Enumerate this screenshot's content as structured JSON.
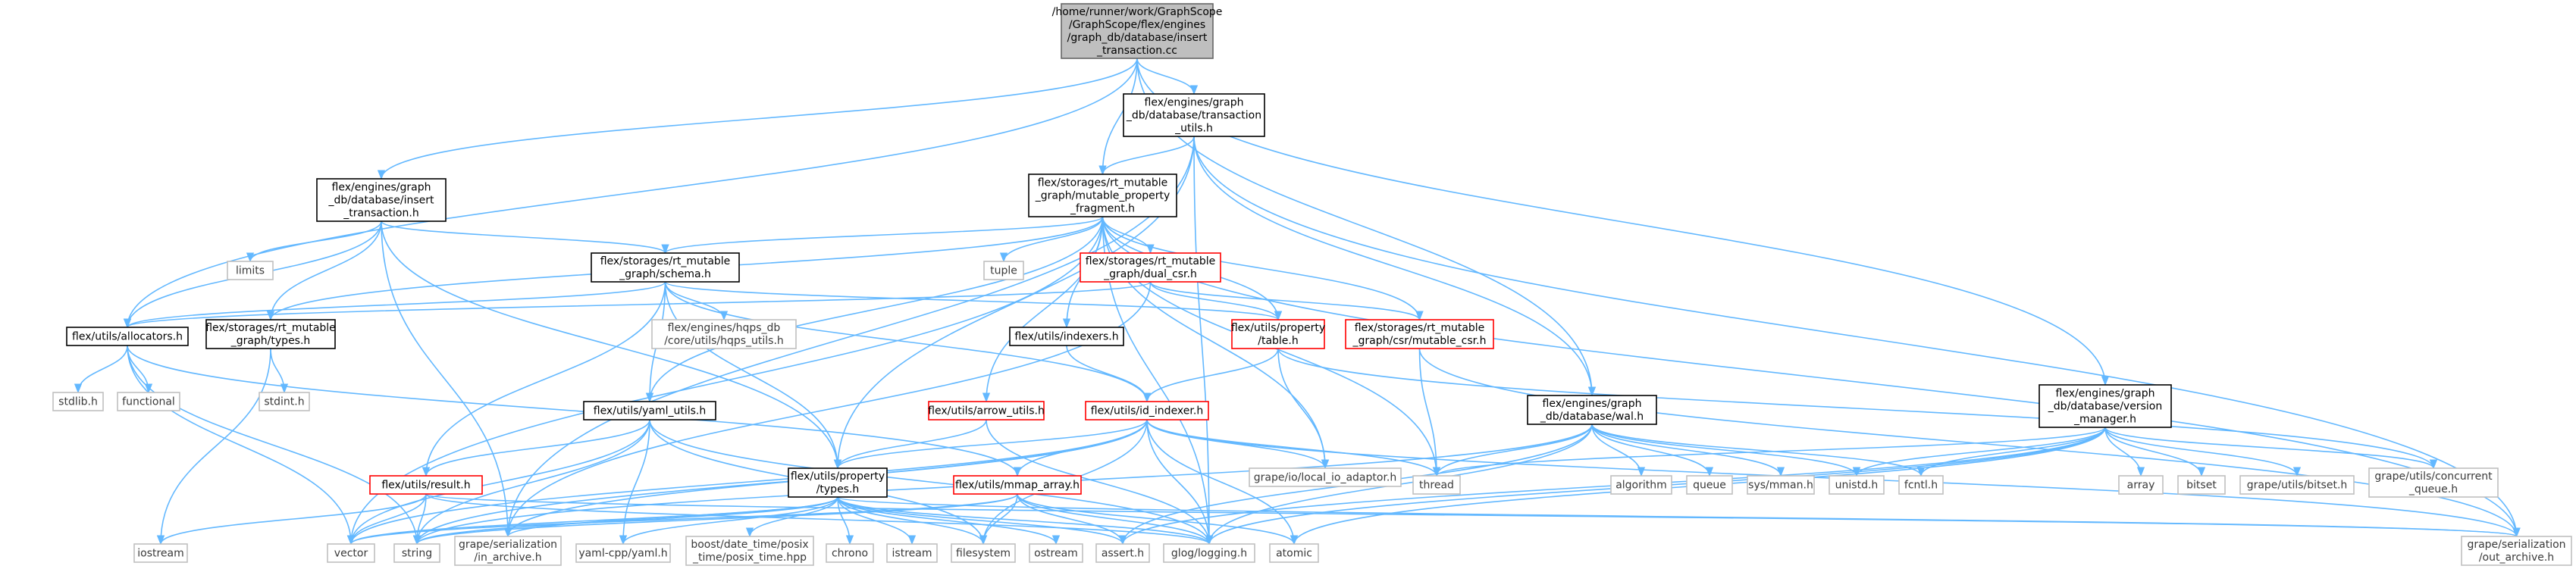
{
  "graph": {
    "colors": {
      "edge": "#63b8ff",
      "root_fill": "#bfbfbf",
      "normal": "#000000",
      "missing": "#ff0000",
      "system": "#bfbfbf"
    },
    "nodes": [
      {
        "id": "root",
        "style": "root",
        "lines": [
          "/home/runner/work/GraphScope",
          "/GraphScope/flex/engines",
          "/graph_db/database/insert",
          "_transaction.cc"
        ]
      },
      {
        "id": "tx_utils",
        "style": "black",
        "lines": [
          "flex/engines/graph",
          "_db/database/transaction",
          "_utils.h"
        ]
      },
      {
        "id": "mpf",
        "style": "black",
        "lines": [
          "flex/storages/rt_mutable",
          "_graph/mutable_property",
          "_fragment.h"
        ]
      },
      {
        "id": "ins_tx",
        "style": "black",
        "lines": [
          "flex/engines/graph",
          "_db/database/insert",
          "_transaction.h"
        ]
      },
      {
        "id": "schema",
        "style": "black",
        "lines": [
          "flex/storages/rt_mutable",
          "_graph/schema.h"
        ]
      },
      {
        "id": "dual_csr",
        "style": "red",
        "lines": [
          "flex/storages/rt_mutable",
          "_graph/dual_csr.h"
        ]
      },
      {
        "id": "limits",
        "style": "gray",
        "lines": [
          "limits"
        ]
      },
      {
        "id": "tuple",
        "style": "gray",
        "lines": [
          "tuple"
        ]
      },
      {
        "id": "allocators",
        "style": "black",
        "lines": [
          "flex/utils/allocators.h"
        ]
      },
      {
        "id": "types_rt",
        "style": "black",
        "lines": [
          "flex/storages/rt_mutable",
          "_graph/types.h"
        ]
      },
      {
        "id": "hqps",
        "style": "gray",
        "lines": [
          "flex/engines/hqps_db",
          "/core/utils/hqps_utils.h"
        ]
      },
      {
        "id": "indexers",
        "style": "black",
        "lines": [
          "flex/utils/indexers.h"
        ]
      },
      {
        "id": "prop_table",
        "style": "red",
        "lines": [
          "flex/utils/property",
          "/table.h"
        ]
      },
      {
        "id": "mutable_csr",
        "style": "red",
        "lines": [
          "flex/storages/rt_mutable",
          "_graph/csr/mutable_csr.h"
        ]
      },
      {
        "id": "stdlib",
        "style": "gray",
        "lines": [
          "stdlib.h"
        ]
      },
      {
        "id": "functional",
        "style": "gray",
        "lines": [
          "functional"
        ]
      },
      {
        "id": "stdint",
        "style": "gray",
        "lines": [
          "stdint.h"
        ]
      },
      {
        "id": "yaml_utils",
        "style": "black",
        "lines": [
          "flex/utils/yaml_utils.h"
        ]
      },
      {
        "id": "arrow_utils",
        "style": "red",
        "lines": [
          "flex/utils/arrow_utils.h"
        ]
      },
      {
        "id": "id_indexer",
        "style": "red",
        "lines": [
          "flex/utils/id_indexer.h"
        ]
      },
      {
        "id": "wal",
        "style": "black",
        "lines": [
          "flex/engines/graph",
          "_db/database/wal.h"
        ]
      },
      {
        "id": "version_mgr",
        "style": "black",
        "lines": [
          "flex/engines/graph",
          "_db/database/version",
          "_manager.h"
        ]
      },
      {
        "id": "result",
        "style": "red",
        "lines": [
          "flex/utils/result.h"
        ]
      },
      {
        "id": "prop_types",
        "style": "black",
        "lines": [
          "flex/utils/property",
          "/types.h"
        ]
      },
      {
        "id": "mmap_array",
        "style": "red",
        "lines": [
          "flex/utils/mmap_array.h"
        ]
      },
      {
        "id": "local_io",
        "style": "gray",
        "lines": [
          "grape/io/local_io_adaptor.h"
        ]
      },
      {
        "id": "thread",
        "style": "gray",
        "lines": [
          "thread"
        ]
      },
      {
        "id": "algorithm",
        "style": "gray",
        "lines": [
          "algorithm"
        ]
      },
      {
        "id": "queue",
        "style": "gray",
        "lines": [
          "queue"
        ]
      },
      {
        "id": "mman",
        "style": "gray",
        "lines": [
          "sys/mman.h"
        ]
      },
      {
        "id": "unistd",
        "style": "gray",
        "lines": [
          "unistd.h"
        ]
      },
      {
        "id": "fcntl",
        "style": "gray",
        "lines": [
          "fcntl.h"
        ]
      },
      {
        "id": "array",
        "style": "gray",
        "lines": [
          "array"
        ]
      },
      {
        "id": "bitset",
        "style": "gray",
        "lines": [
          "bitset"
        ]
      },
      {
        "id": "grape_bitset",
        "style": "gray",
        "lines": [
          "grape/utils/bitset.h"
        ]
      },
      {
        "id": "conc_queue",
        "style": "gray",
        "lines": [
          "grape/utils/concurrent",
          "_queue.h"
        ]
      },
      {
        "id": "iostream",
        "style": "gray",
        "lines": [
          "iostream"
        ]
      },
      {
        "id": "vector",
        "style": "gray",
        "lines": [
          "vector"
        ]
      },
      {
        "id": "string",
        "style": "gray",
        "lines": [
          "string"
        ]
      },
      {
        "id": "in_archive",
        "style": "gray",
        "lines": [
          "grape/serialization",
          "/in_archive.h"
        ]
      },
      {
        "id": "yaml_cpp",
        "style": "gray",
        "lines": [
          "yaml-cpp/yaml.h"
        ]
      },
      {
        "id": "posix_time",
        "style": "gray",
        "lines": [
          "boost/date_time/posix",
          "_time/posix_time.hpp"
        ]
      },
      {
        "id": "chrono",
        "style": "gray",
        "lines": [
          "chrono"
        ]
      },
      {
        "id": "istream",
        "style": "gray",
        "lines": [
          "istream"
        ]
      },
      {
        "id": "filesystem",
        "style": "gray",
        "lines": [
          "filesystem"
        ]
      },
      {
        "id": "ostream",
        "style": "gray",
        "lines": [
          "ostream"
        ]
      },
      {
        "id": "assert",
        "style": "gray",
        "lines": [
          "assert.h"
        ]
      },
      {
        "id": "glog",
        "style": "gray",
        "lines": [
          "glog/logging.h"
        ]
      },
      {
        "id": "atomic",
        "style": "gray",
        "lines": [
          "atomic"
        ]
      },
      {
        "id": "out_archive",
        "style": "gray",
        "lines": [
          "grape/serialization",
          "/out_archive.h"
        ]
      }
    ],
    "edges": [
      [
        "root",
        "tx_utils"
      ],
      [
        "root",
        "mpf"
      ],
      [
        "root",
        "ins_tx"
      ],
      [
        "root",
        "allocators"
      ],
      [
        "root",
        "wal"
      ],
      [
        "root",
        "version_mgr"
      ],
      [
        "tx_utils",
        "mpf"
      ],
      [
        "tx_utils",
        "wal"
      ],
      [
        "tx_utils",
        "prop_types"
      ],
      [
        "tx_utils",
        "glog"
      ],
      [
        "tx_utils",
        "out_archive"
      ],
      [
        "tx_utils",
        "in_archive"
      ],
      [
        "ins_tx",
        "schema"
      ],
      [
        "ins_tx",
        "allocators"
      ],
      [
        "ins_tx",
        "limits"
      ],
      [
        "ins_tx",
        "types_rt"
      ],
      [
        "ins_tx",
        "prop_types"
      ],
      [
        "ins_tx",
        "in_archive"
      ],
      [
        "mpf",
        "schema"
      ],
      [
        "mpf",
        "dual_csr"
      ],
      [
        "mpf",
        "tuple"
      ],
      [
        "mpf",
        "types_rt"
      ],
      [
        "mpf",
        "indexers"
      ],
      [
        "mpf",
        "prop_table"
      ],
      [
        "mpf",
        "mutable_csr"
      ],
      [
        "mpf",
        "arrow_utils"
      ],
      [
        "mpf",
        "yaml_utils"
      ],
      [
        "mpf",
        "thread"
      ],
      [
        "mpf",
        "local_io"
      ],
      [
        "mpf",
        "vector"
      ],
      [
        "mpf",
        "out_archive"
      ],
      [
        "mpf",
        "glog"
      ],
      [
        "schema",
        "allocators"
      ],
      [
        "schema",
        "hqps"
      ],
      [
        "schema",
        "prop_table"
      ],
      [
        "schema",
        "yaml_utils"
      ],
      [
        "schema",
        "result"
      ],
      [
        "schema",
        "id_indexer"
      ],
      [
        "schema",
        "prop_types"
      ],
      [
        "dual_csr",
        "allocators"
      ],
      [
        "dual_csr",
        "prop_table"
      ],
      [
        "dual_csr",
        "mutable_csr"
      ],
      [
        "dual_csr",
        "in_archive"
      ],
      [
        "allocators",
        "stdlib"
      ],
      [
        "allocators",
        "functional"
      ],
      [
        "allocators",
        "vector"
      ],
      [
        "allocators",
        "string"
      ],
      [
        "allocators",
        "mmap_array"
      ],
      [
        "types_rt",
        "stdint"
      ],
      [
        "types_rt",
        "iostream"
      ],
      [
        "indexers",
        "id_indexer"
      ],
      [
        "prop_table",
        "id_indexer"
      ],
      [
        "prop_table",
        "local_io"
      ],
      [
        "prop_table",
        "conc_queue"
      ],
      [
        "mutable_csr",
        "thread"
      ],
      [
        "mutable_csr",
        "out_archive"
      ],
      [
        "arrow_utils",
        "prop_types"
      ],
      [
        "arrow_utils",
        "glog"
      ],
      [
        "yaml_utils",
        "result"
      ],
      [
        "yaml_utils",
        "vector"
      ],
      [
        "yaml_utils",
        "string"
      ],
      [
        "yaml_utils",
        "yaml_cpp"
      ],
      [
        "yaml_utils",
        "filesystem"
      ],
      [
        "yaml_utils",
        "glog"
      ],
      [
        "id_indexer",
        "prop_types"
      ],
      [
        "id_indexer",
        "mmap_array"
      ],
      [
        "id_indexer",
        "local_io"
      ],
      [
        "id_indexer",
        "thread"
      ],
      [
        "id_indexer",
        "vector"
      ],
      [
        "id_indexer",
        "string"
      ],
      [
        "id_indexer",
        "in_archive"
      ],
      [
        "id_indexer",
        "out_archive"
      ],
      [
        "id_indexer",
        "atomic"
      ],
      [
        "id_indexer",
        "glog"
      ],
      [
        "id_indexer",
        "filesystem"
      ],
      [
        "wal",
        "thread"
      ],
      [
        "wal",
        "algorithm"
      ],
      [
        "wal",
        "queue"
      ],
      [
        "wal",
        "mman"
      ],
      [
        "wal",
        "unistd"
      ],
      [
        "wal",
        "fcntl"
      ],
      [
        "wal",
        "string"
      ],
      [
        "wal",
        "assert"
      ],
      [
        "wal",
        "glog"
      ],
      [
        "version_mgr",
        "thread"
      ],
      [
        "version_mgr",
        "unistd"
      ],
      [
        "version_mgr",
        "fcntl"
      ],
      [
        "version_mgr",
        "array"
      ],
      [
        "version_mgr",
        "bitset"
      ],
      [
        "version_mgr",
        "grape_bitset"
      ],
      [
        "version_mgr",
        "conc_queue"
      ],
      [
        "version_mgr",
        "atomic"
      ],
      [
        "version_mgr",
        "glog"
      ],
      [
        "version_mgr",
        "assert"
      ],
      [
        "result",
        "iostream"
      ],
      [
        "result",
        "vector"
      ],
      [
        "result",
        "string"
      ],
      [
        "result",
        "glog"
      ],
      [
        "result",
        "out_archive"
      ],
      [
        "prop_types",
        "in_archive"
      ],
      [
        "prop_types",
        "yaml_cpp"
      ],
      [
        "prop_types",
        "posix_time"
      ],
      [
        "prop_types",
        "chrono"
      ],
      [
        "prop_types",
        "istream"
      ],
      [
        "prop_types",
        "filesystem"
      ],
      [
        "prop_types",
        "ostream"
      ],
      [
        "prop_types",
        "assert"
      ],
      [
        "prop_types",
        "glog"
      ],
      [
        "prop_types",
        "string"
      ],
      [
        "prop_types",
        "vector"
      ],
      [
        "prop_types",
        "out_archive"
      ],
      [
        "mmap_array",
        "filesystem"
      ],
      [
        "mmap_array",
        "string"
      ],
      [
        "mmap_array",
        "atomic"
      ],
      [
        "mmap_array",
        "assert"
      ],
      [
        "mmap_array",
        "glog"
      ],
      [
        "mmap_array",
        "vector"
      ]
    ]
  }
}
